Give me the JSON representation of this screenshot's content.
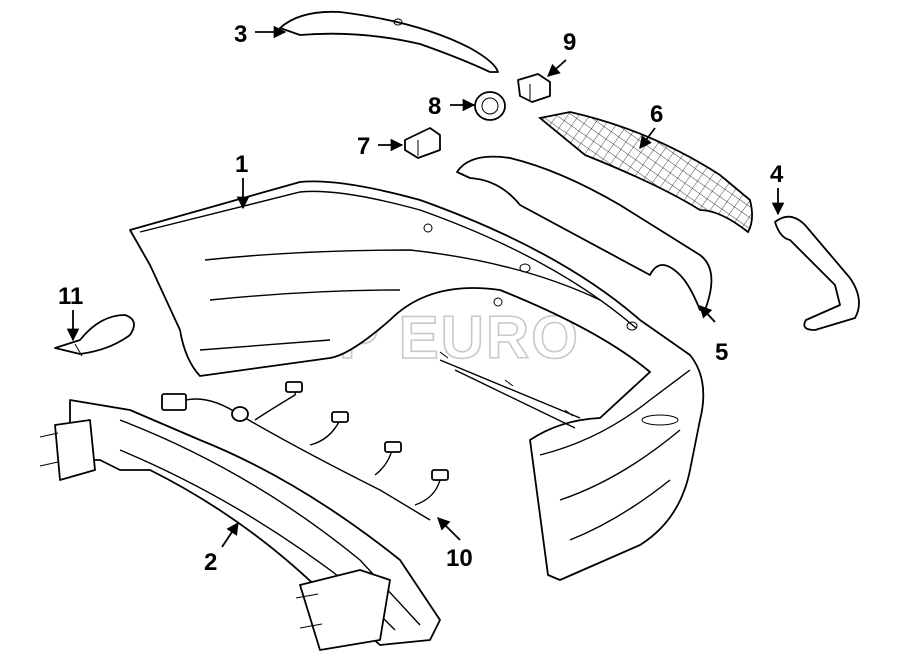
{
  "diagram": {
    "callouts": [
      {
        "id": "c1",
        "label": "1"
      },
      {
        "id": "c2",
        "label": "2"
      },
      {
        "id": "c3",
        "label": "3"
      },
      {
        "id": "c4",
        "label": "4"
      },
      {
        "id": "c5",
        "label": "5"
      },
      {
        "id": "c6",
        "label": "6"
      },
      {
        "id": "c7",
        "label": "7"
      },
      {
        "id": "c8",
        "label": "8"
      },
      {
        "id": "c9",
        "label": "9"
      },
      {
        "id": "c10",
        "label": "10"
      },
      {
        "id": "c11",
        "label": "11"
      }
    ],
    "watermark": "FCP EURO"
  }
}
